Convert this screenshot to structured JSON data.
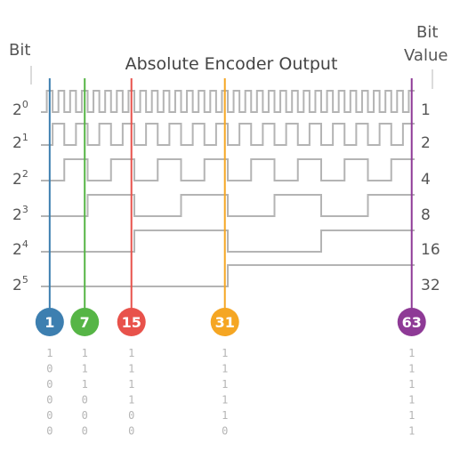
{
  "title": "Absolute Encoder Output",
  "left_header": "Bit",
  "right_header_line1": "Bit",
  "right_header_line2": "Value",
  "wave_color": "#b4b4b4",
  "rows": [
    {
      "base": "2",
      "exp": "0",
      "value": "1",
      "period": 1
    },
    {
      "base": "2",
      "exp": "1",
      "value": "2",
      "period": 2
    },
    {
      "base": "2",
      "exp": "2",
      "value": "4",
      "period": 4
    },
    {
      "base": "2",
      "exp": "3",
      "value": "8",
      "period": 8
    },
    {
      "base": "2",
      "exp": "4",
      "value": "16",
      "period": 16
    },
    {
      "base": "2",
      "exp": "5",
      "value": "32",
      "period": 32
    }
  ],
  "total_steps": 64,
  "markers": [
    {
      "label": "1",
      "step": 1,
      "color": "#3d7fb0",
      "bits": [
        "1",
        "0",
        "0",
        "0",
        "0",
        "0"
      ]
    },
    {
      "label": "7",
      "step": 7,
      "color": "#56b546",
      "bits": [
        "1",
        "1",
        "1",
        "0",
        "0",
        "0"
      ]
    },
    {
      "label": "15",
      "step": 15,
      "color": "#e8524b",
      "bits": [
        "1",
        "1",
        "1",
        "1",
        "0",
        "0"
      ]
    },
    {
      "label": "31",
      "step": 31,
      "color": "#f5a623",
      "bits": [
        "1",
        "1",
        "1",
        "1",
        "1",
        "0"
      ]
    },
    {
      "label": "63",
      "step": 63,
      "color": "#8e3a96",
      "bits": [
        "1",
        "1",
        "1",
        "1",
        "1",
        "1"
      ]
    }
  ]
}
